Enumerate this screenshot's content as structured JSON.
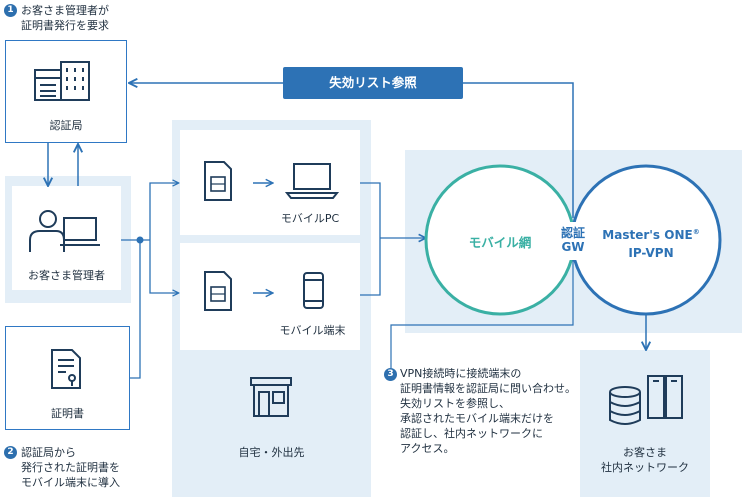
{
  "step1": {
    "num": "1",
    "text_line1": "お客さま管理者が",
    "text_line2": "証明書発行を要求"
  },
  "step2": {
    "num": "2",
    "text_line1": "認証局から",
    "text_line2": "発行された証明書を",
    "text_line3": "モバイル端末に導入"
  },
  "step3": {
    "num": "3",
    "text_line1": "VPN接続時に接続端末の",
    "text_line2": "証明書情報を認証局に問い合わせ。",
    "text_line3": "失効リストを参照し、",
    "text_line4": "承認されたモバイル端末だけを",
    "text_line5": "認証し、社内ネットワークに",
    "text_line6": "アクセス。"
  },
  "ca_label": "認証局",
  "admin_label": "お客さま管理者",
  "cert_label": "証明書",
  "revocation_bar": "失効リスト参照",
  "mobile_pc_label": "モバイルPC",
  "mobile_terminal_label": "モバイル端末",
  "home_label": "自宅・外出先",
  "mobile_network_label": "モバイル網",
  "auth_gw_line1": "認証",
  "auth_gw_line2": "GW",
  "vpn_line1": "Master's ONE",
  "vpn_reg": "®",
  "vpn_line2": "IP-VPN",
  "corp_line1": "お客さま",
  "corp_line2": "社内ネットワーク",
  "colors": {
    "primary": "#2d72b5",
    "pale": "#e3eef7",
    "teal": "#3ab0a4",
    "icon": "#1f3c5a"
  }
}
